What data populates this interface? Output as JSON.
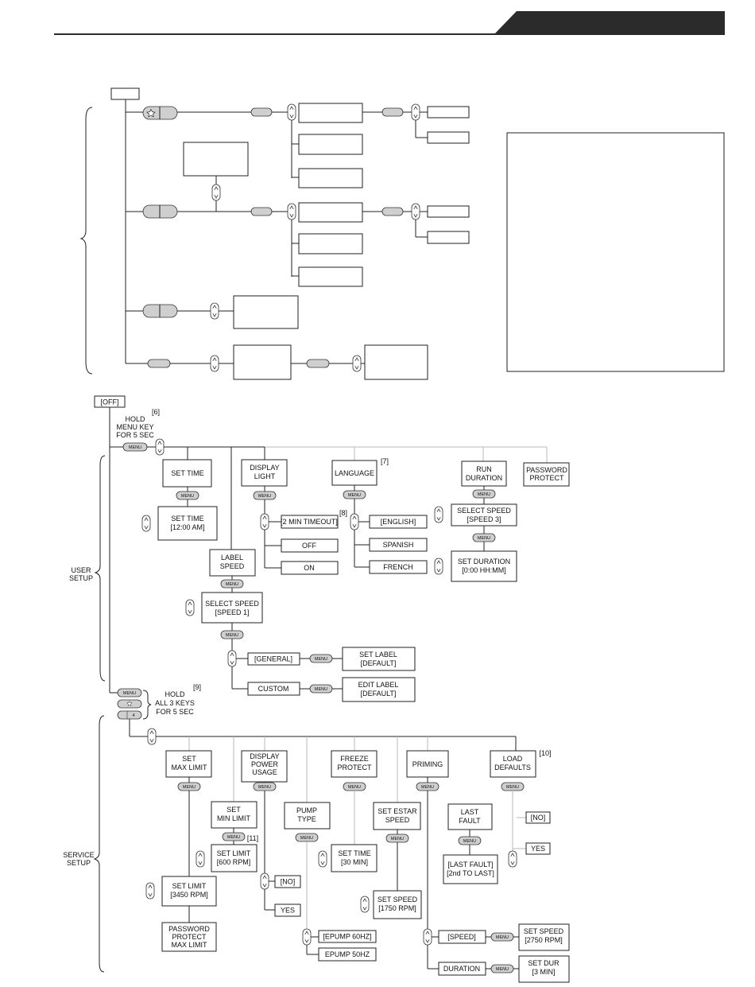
{
  "header": {
    "accent": "#2b2b2b"
  },
  "colors": {
    "pill_gray": "#cfcfcf",
    "line": "#222222",
    "faint_line": "#b8b8b8"
  },
  "icons": {
    "star_key": "star-icon",
    "up_down_key": "up-down-arrows-icon",
    "menu_key": "menu-key-icon",
    "four_key": "four-key-icon"
  },
  "keys": {
    "menu": "MENU",
    "four": "4"
  },
  "start": {
    "off": "[OFF]",
    "hold_menu_line1": "HOLD",
    "hold_menu_line2": "MENU KEY",
    "hold_menu_line3": "FOR 5 SEC",
    "note6": "[6]"
  },
  "user": {
    "section_line1": "USER",
    "section_line2": "SETUP",
    "set_time": "SET TIME",
    "set_time_value_line1": "SET TIME",
    "set_time_value_line2": "[12:00 AM]",
    "display_light_line1": "DISPLAY",
    "display_light_line2": "LIGHT",
    "timeout": "[2 MIN TIMEOUT]",
    "note8": "[8]",
    "off": "OFF",
    "on": "ON",
    "language": "LANGUAGE",
    "note7": "[7]",
    "english": "[ENGLISH]",
    "spanish": "SPANISH",
    "french": "FRENCH",
    "run_duration_line1": "RUN",
    "run_duration_line2": "DURATION",
    "select_speed3_line1": "SELECT SPEED",
    "select_speed3_line2": "[SPEED 3]",
    "set_duration_line1": "SET DURATION",
    "set_duration_line2": "[0:00 HH:MM]",
    "password_line1": "PASSWORD",
    "password_line2": "PROTECT",
    "label_speed_line1": "LABEL",
    "label_speed_line2": "SPEED",
    "select_speed1_line1": "SELECT SPEED",
    "select_speed1_line2": "[SPEED 1]",
    "general": "[GENERAL]",
    "set_label_line1": "SET LABEL",
    "set_label_line2": "[DEFAULT]",
    "custom": "CUSTOM",
    "edit_label_line1": "EDIT LABEL",
    "edit_label_line2": "[DEFAULT]"
  },
  "service_entry": {
    "note9": "[9]",
    "hold_line1": "HOLD",
    "hold_line2": "ALL 3 KEYS",
    "hold_line3": "FOR 5 SEC"
  },
  "service": {
    "section_line1": "SERVICE",
    "section_line2": "SETUP",
    "set_max_line1": "SET",
    "set_max_line2": "MAX LIMIT",
    "set_min_line1": "SET",
    "set_min_line2": "MIN LIMIT",
    "set_limit_600_line1": "SET LIMIT",
    "set_limit_600_line2": "[600 RPM]",
    "note11": "[11]",
    "set_limit_3450_line1": "SET LIMIT",
    "set_limit_3450_line2": "[3450 RPM]",
    "pw_max_line1": "PASSWORD",
    "pw_max_line2": "PROTECT",
    "pw_max_line3": "MAX LIMIT",
    "display_power_line1": "DISPLAY",
    "display_power_line2": "POWER",
    "display_power_line3": "USAGE",
    "no": "[NO]",
    "yes": "YES",
    "pump_type_line1": "PUMP",
    "pump_type_line2": "TYPE",
    "epump60": "[EPUMP 60HZ]",
    "epump50": "EPUMP 50HZ",
    "freeze_line1": "FREEZE",
    "freeze_line2": "PROTECT",
    "set_time30_line1": "SET TIME",
    "set_time30_line2": "[30 MIN]",
    "estar_line1": "SET ESTAR",
    "estar_line2": "SPEED",
    "set_speed1750_line1": "SET SPEED",
    "set_speed1750_line2": "[1750 RPM]",
    "priming": "PRIMING",
    "last_fault_line1": "LAST",
    "last_fault_line2": "FAULT",
    "last_fault_list_line1": "[LAST FAULT]",
    "last_fault_list_line2": "[2nd TO LAST]",
    "speed": "[SPEED]",
    "set_speed2750_line1": "SET SPEED",
    "set_speed2750_line2": "[2750 RPM]",
    "duration": "DURATION",
    "set_dur_line1": "SET DUR",
    "set_dur_line2": "[3 MIN]",
    "load_defaults_line1": "LOAD",
    "load_defaults_line2": "DEFAULTS",
    "note10": "[10]",
    "ld_no": "[NO]",
    "ld_yes": "YES"
  }
}
